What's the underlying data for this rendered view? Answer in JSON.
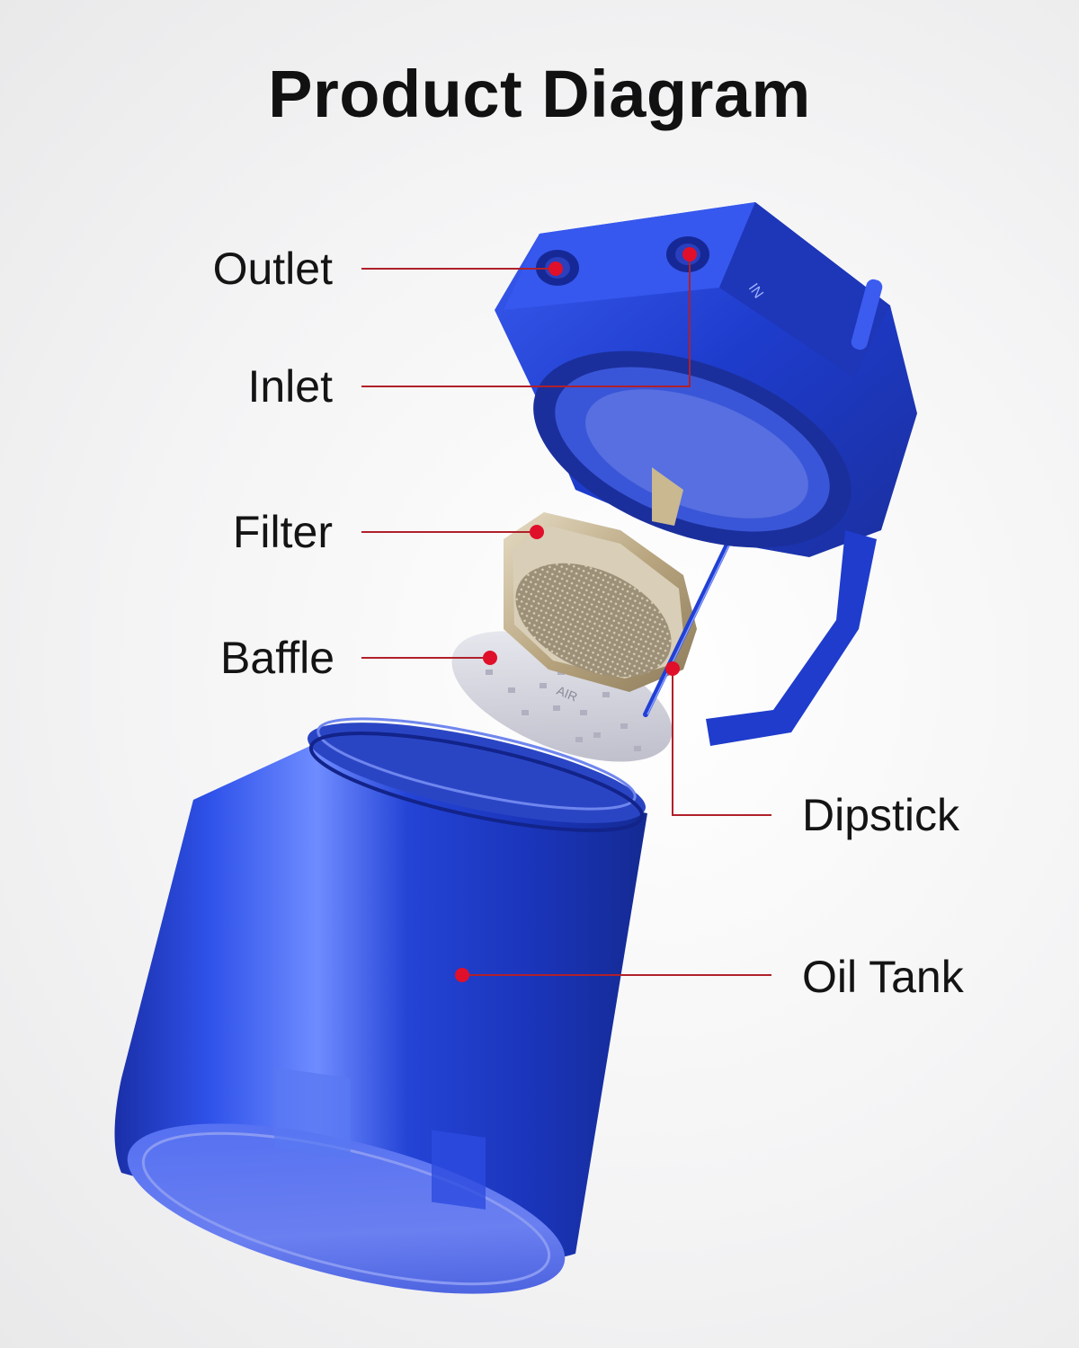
{
  "title": "Product Diagram",
  "callouts": {
    "outlet": "Outlet",
    "inlet": "Inlet",
    "filter": "Filter",
    "baffle": "Baffle",
    "dipstick": "Dipstick",
    "oil_tank": "Oil Tank"
  },
  "engraving": {
    "in_mark": "IN",
    "baffle_mark": "AIR"
  },
  "colors": {
    "anodized_blue": "#1c3fd6",
    "leader_line": "#b0202a",
    "callout_dot": "#e0102a",
    "filter_metal": "#c8b89a",
    "baffle_metal": "#dcdce4"
  }
}
